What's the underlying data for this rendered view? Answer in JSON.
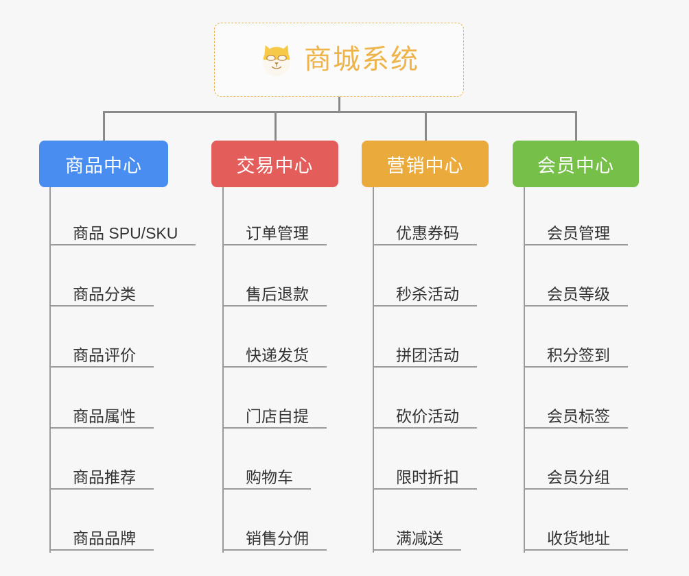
{
  "background_color": "#f7f7f7",
  "root": {
    "title": "商城系统",
    "icon": "dog-face-emoji",
    "text_color": "#eeb44a",
    "border_color": "#e8b44a"
  },
  "connector_color": "#8a8a8a",
  "columns": [
    {
      "id": "product-center",
      "label": "商品中心",
      "color": "#4a8df0",
      "items": [
        {
          "label": "商品 SPU/SKU"
        },
        {
          "label": "商品分类"
        },
        {
          "label": "商品评价"
        },
        {
          "label": "商品属性"
        },
        {
          "label": "商品推荐"
        },
        {
          "label": "商品品牌"
        }
      ]
    },
    {
      "id": "trade-center",
      "label": "交易中心",
      "color": "#e35d5b",
      "items": [
        {
          "label": "订单管理"
        },
        {
          "label": "售后退款"
        },
        {
          "label": "快递发货"
        },
        {
          "label": "门店自提"
        },
        {
          "label": "购物车"
        },
        {
          "label": "销售分佣"
        }
      ]
    },
    {
      "id": "marketing-center",
      "label": "营销中心",
      "color": "#eaaa3c",
      "items": [
        {
          "label": "优惠券码"
        },
        {
          "label": "秒杀活动"
        },
        {
          "label": "拼团活动"
        },
        {
          "label": "砍价活动"
        },
        {
          "label": "限时折扣"
        },
        {
          "label": "满减送"
        }
      ]
    },
    {
      "id": "member-center",
      "label": "会员中心",
      "color": "#76c049",
      "items": [
        {
          "label": "会员管理"
        },
        {
          "label": "会员等级"
        },
        {
          "label": "积分签到"
        },
        {
          "label": "会员标签"
        },
        {
          "label": "会员分组"
        },
        {
          "label": "收货地址"
        }
      ]
    }
  ]
}
